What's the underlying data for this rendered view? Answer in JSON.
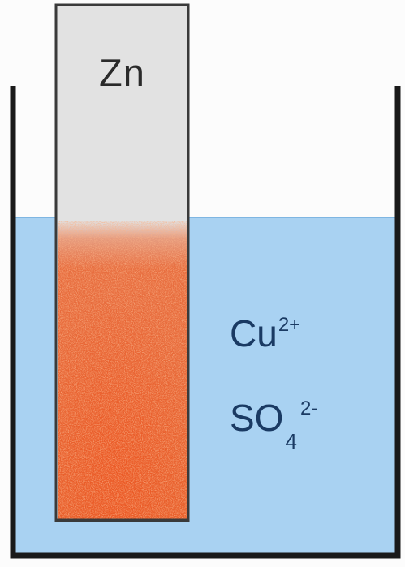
{
  "electrode": {
    "label": "Zn",
    "metal_color": "#e2e2e2",
    "deposit_color": "#e8602c",
    "deposit_highlight": "#f4a07a"
  },
  "solution": {
    "color": "#a9d2f2",
    "ions": [
      {
        "symbol": "Cu",
        "subscript": "",
        "charge": "2+"
      },
      {
        "symbol": "SO",
        "subscript": "4",
        "charge": "2-"
      }
    ]
  },
  "beaker": {
    "wall_color": "#1a1a1a"
  }
}
